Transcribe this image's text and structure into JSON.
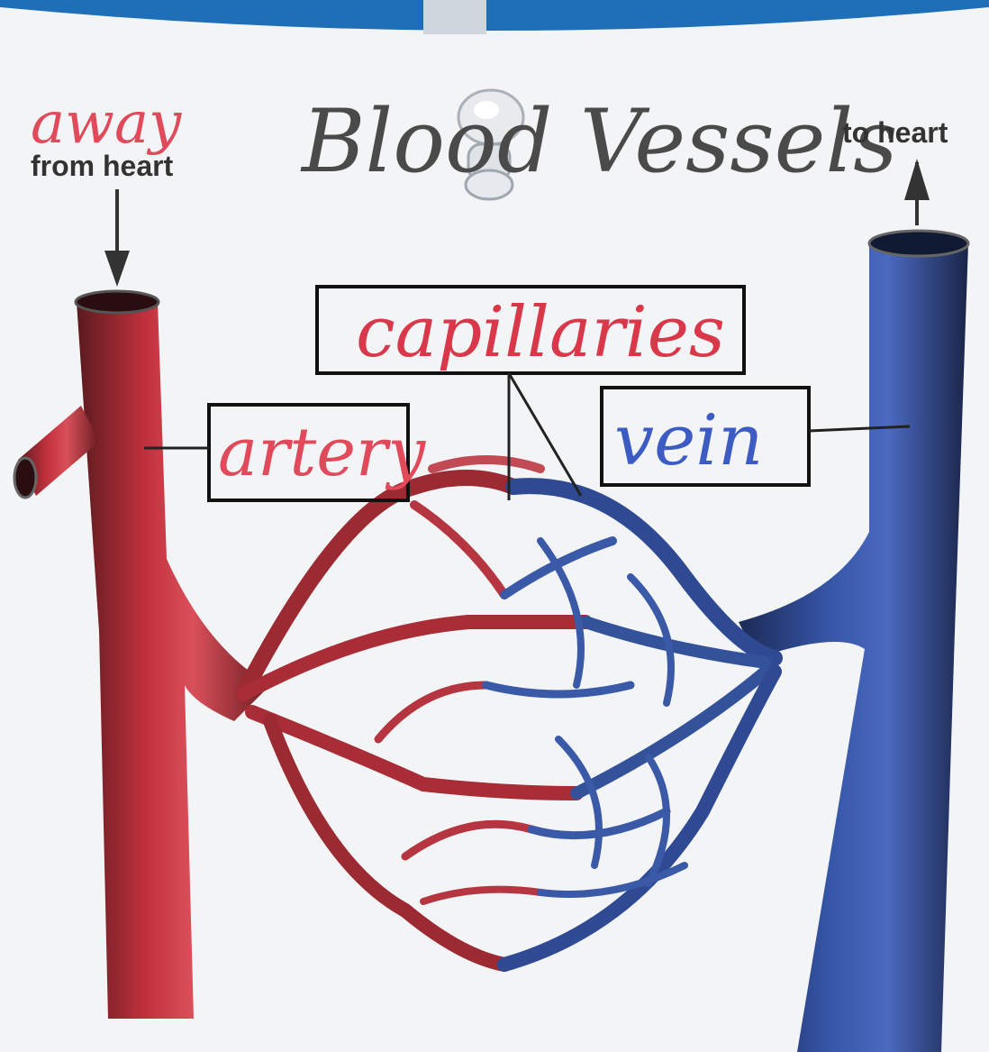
{
  "diagram": {
    "title": "Blood Vessels",
    "label_away": "away",
    "label_from_heart": "from heart",
    "label_to_heart": "to heart",
    "box_capillaries": "capillaries",
    "box_artery": "artery",
    "box_vein": "vein"
  },
  "colors": {
    "artery": "#b8232f",
    "vein": "#2f4f9a",
    "pencil_red": "#d9384a",
    "pencil_blue": "#3c5cc4",
    "pencil_gray": "#555555",
    "banner": "#1e6fb8"
  },
  "icons": [
    "pushpin-icon",
    "arrow-down-icon",
    "arrow-up-icon"
  ]
}
